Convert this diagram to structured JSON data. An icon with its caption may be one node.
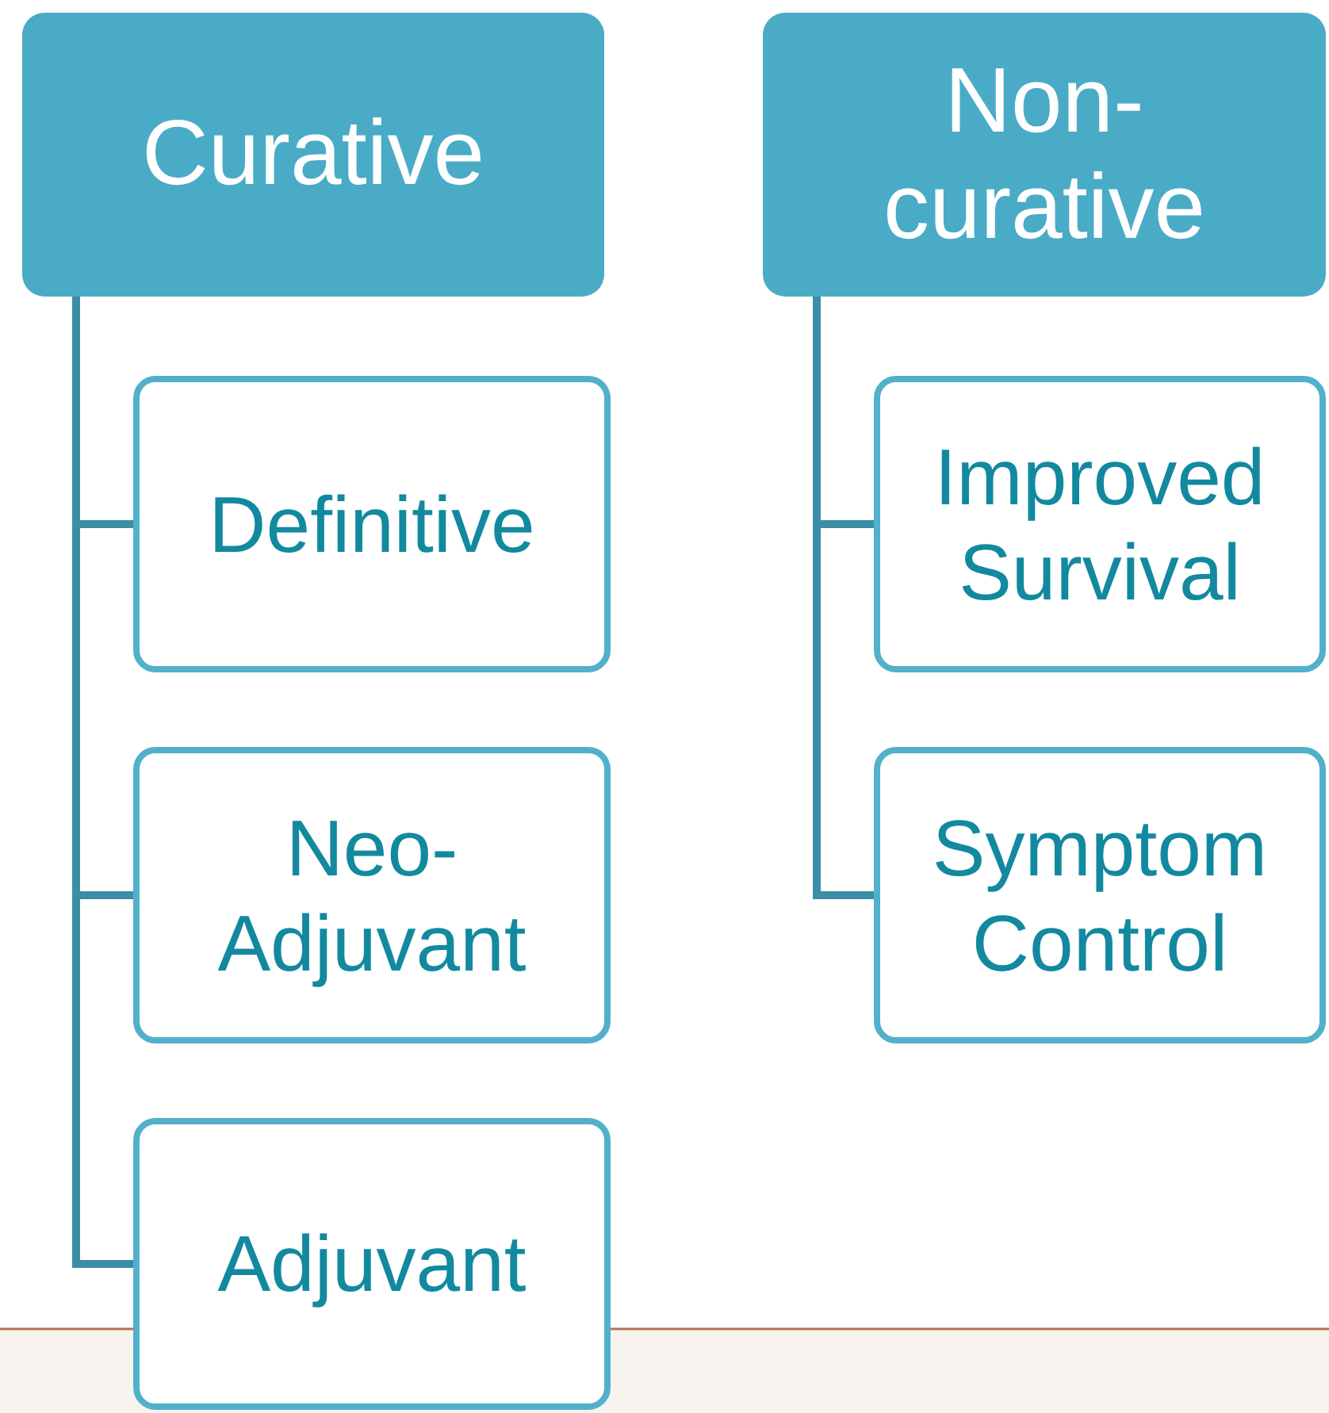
{
  "diagram": {
    "nodes": [
      {
        "text": [
          "Curative"
        ]
      },
      {
        "text": [
          "Definitive"
        ]
      },
      {
        "text": [
          "Neo- Adjuvant"
        ]
      },
      {
        "text": [
          "Adjuvant"
        ]
      },
      {
        "text": [
          "Non- curative"
        ]
      },
      {
        "text": [
          "Improved Survival"
        ]
      },
      {
        "text": [
          "Symptom Control"
        ]
      }
    ],
    "edges": [
      {
        "from": 0,
        "to": 1,
        "arrow": "none"
      },
      {
        "from": 0,
        "to": 2,
        "arrow": "none"
      },
      {
        "from": 0,
        "to": 3,
        "arrow": "none"
      },
      {
        "from": 4,
        "to": 5,
        "arrow": "none"
      },
      {
        "from": 4,
        "to": 6,
        "arrow": "none"
      }
    ]
  }
}
